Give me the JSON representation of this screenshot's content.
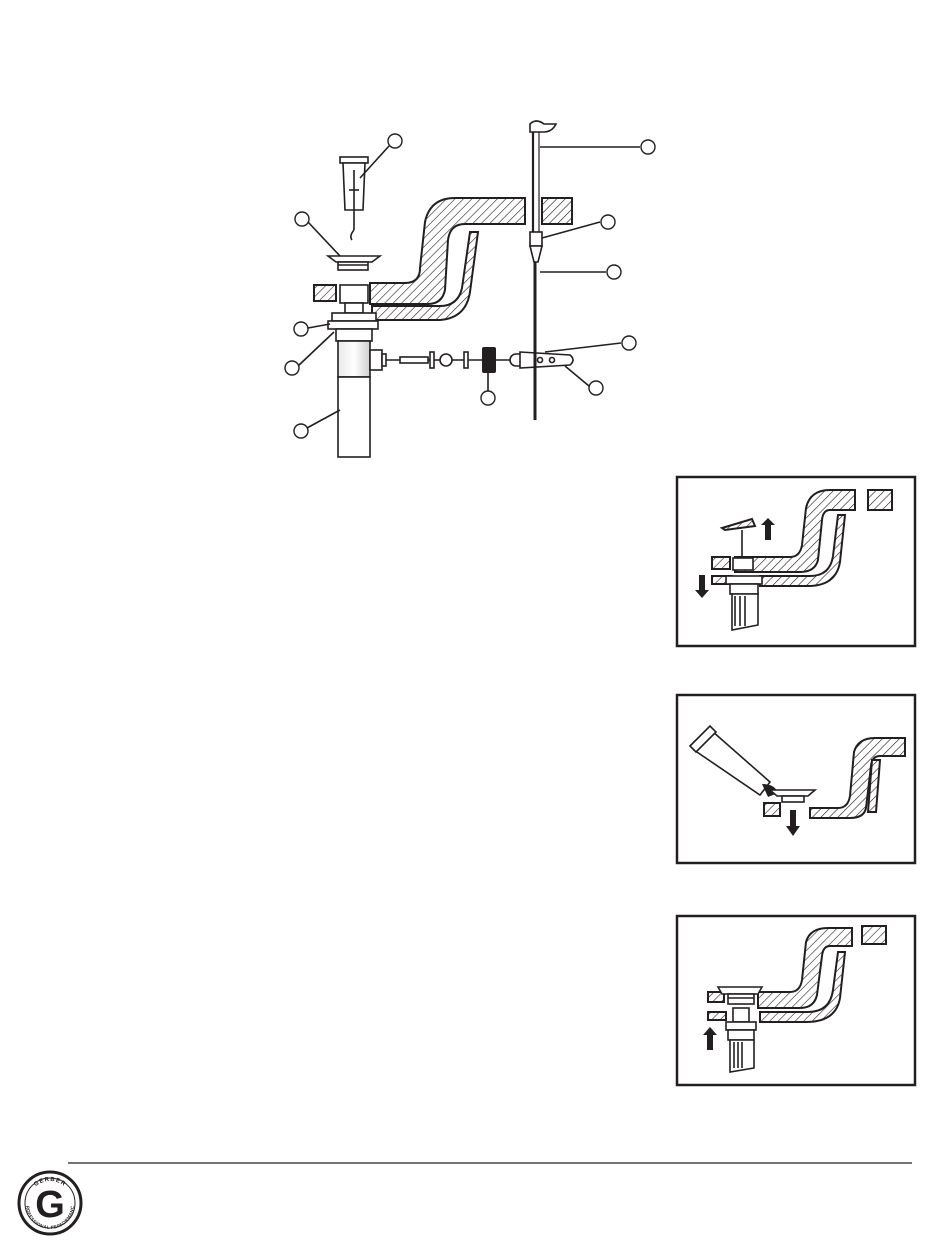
{
  "logo": {
    "brand": "GERBER",
    "tagline": "PROFESSIONAL PERFORMANCE",
    "letter": "G",
    "ring_color": "#231f20"
  },
  "figures": {
    "exploded_view": {
      "callout_count": 11
    },
    "step_panels": [
      {
        "name": "remove-stopper-panel"
      },
      {
        "name": "apply-sealant-panel"
      },
      {
        "name": "install-drain-panel"
      }
    ]
  },
  "colors": {
    "ink": "#231f20",
    "paper": "#ffffff"
  }
}
